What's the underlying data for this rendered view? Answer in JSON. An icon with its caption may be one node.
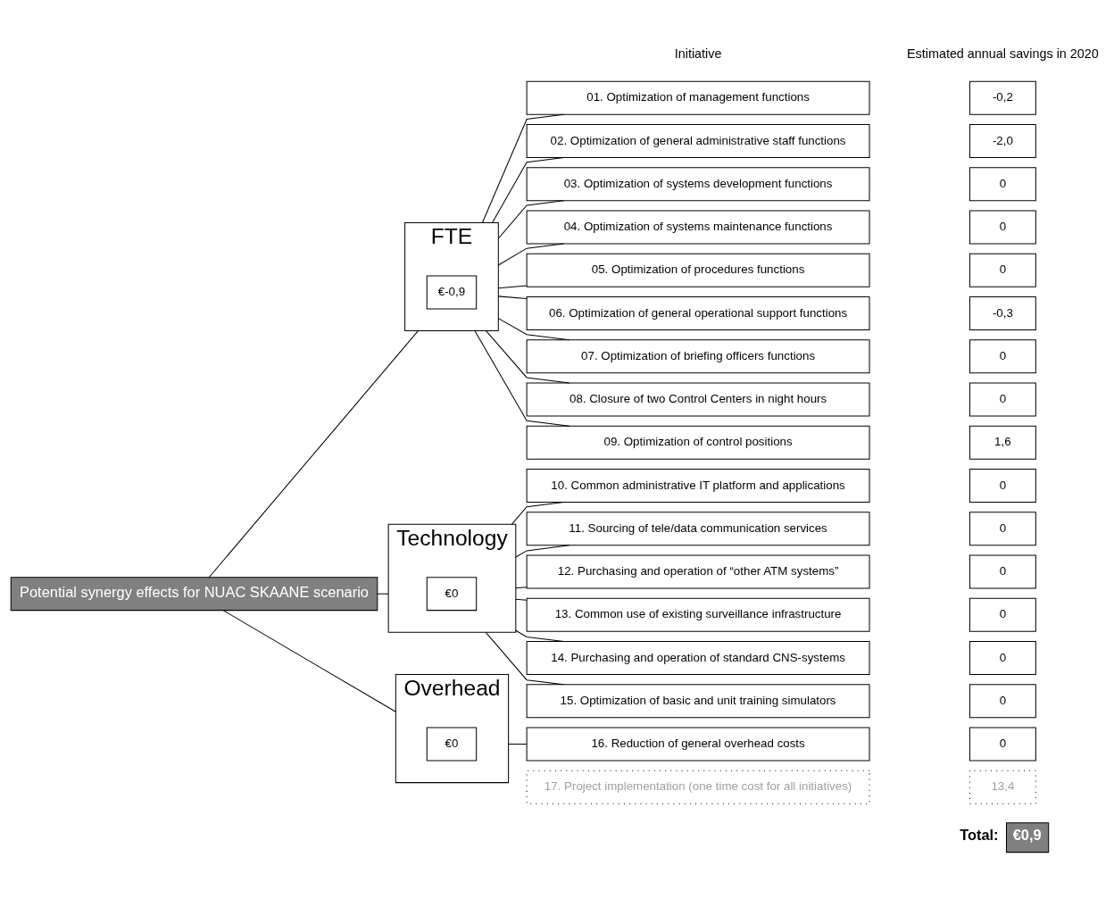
{
  "diagram": {
    "nodes": [
      {
        "text": [
          "Potential synergy effects for NUAC SKAANE scenario"
        ]
      },
      {
        "text": [
          "FTE"
        ]
      },
      {
        "text": [
          "€-0,9"
        ],
        "in": 1
      },
      {
        "text": [
          "Technology"
        ]
      },
      {
        "text": [
          "€0"
        ],
        "in": 3
      },
      {
        "text": [
          "Overhead"
        ]
      },
      {
        "text": [
          "€0"
        ],
        "in": 5
      },
      {
        "text": [
          "01. Optimization of management functions"
        ]
      },
      {
        "text": [
          "-0,2"
        ]
      },
      {
        "text": [
          "02. Optimization of general administrative staff functions"
        ]
      },
      {
        "text": [
          "-2,0"
        ]
      },
      {
        "text": [
          "03. Optimization of systems development functions"
        ]
      },
      {
        "text": [
          "0"
        ]
      },
      {
        "text": [
          "04. Optimization of systems maintenance functions"
        ]
      },
      {
        "text": [
          "0"
        ]
      },
      {
        "text": [
          "05. Optimization of procedures functions"
        ]
      },
      {
        "text": [
          "0"
        ]
      },
      {
        "text": [
          "06. Optimization of general operational support functions"
        ]
      },
      {
        "text": [
          "-0,3"
        ]
      },
      {
        "text": [
          "07. Optimization of briefing officers functions"
        ]
      },
      {
        "text": [
          "0"
        ]
      },
      {
        "text": [
          "08. Closure of two Control Centers in night hours"
        ]
      },
      {
        "text": [
          "0"
        ]
      },
      {
        "text": [
          "09. Optimization of control positions"
        ]
      },
      {
        "text": [
          "1,6"
        ]
      },
      {
        "text": [
          "10. Common administrative IT platform and applications"
        ]
      },
      {
        "text": [
          "0"
        ]
      },
      {
        "text": [
          "11. Sourcing of tele/data communication services"
        ]
      },
      {
        "text": [
          "0"
        ]
      },
      {
        "text": [
          "12. Purchasing and operation of “other ATM systems”"
        ]
      },
      {
        "text": [
          "0"
        ]
      },
      {
        "text": [
          "13. Common use of existing surveillance infrastructure"
        ]
      },
      {
        "text": [
          "0"
        ]
      },
      {
        "text": [
          "14. Purchasing and operation of standard CNS-systems"
        ]
      },
      {
        "text": [
          "0"
        ]
      },
      {
        "text": [
          "15. Optimization of basic and unit training simulators"
        ]
      },
      {
        "text": [
          "0"
        ]
      },
      {
        "text": [
          "16. Reduction of general overhead costs"
        ]
      },
      {
        "text": [
          "0"
        ]
      },
      {
        "text": [
          "17. Project implementation (one time cost for all initiatives)"
        ]
      },
      {
        "text": [
          "13,4"
        ]
      },
      {
        "text": [
          "€0,9"
        ],
        "beside": [
          "Total:"
        ]
      }
    ],
    "edges": [
      {
        "from": 0,
        "to": 1,
        "arrow": "none"
      },
      {
        "from": 0,
        "to": 3,
        "arrow": "none"
      },
      {
        "from": 0,
        "to": 5,
        "arrow": "none"
      },
      {
        "from": 1,
        "to": 7,
        "arrow": "none"
      },
      {
        "from": 1,
        "to": 9,
        "arrow": "none"
      },
      {
        "from": 1,
        "to": 11,
        "arrow": "none"
      },
      {
        "from": 1,
        "to": 13,
        "arrow": "none"
      },
      {
        "from": 1,
        "to": 15,
        "arrow": "none"
      },
      {
        "from": 1,
        "to": 17,
        "arrow": "none"
      },
      {
        "from": 1,
        "to": 19,
        "arrow": "none"
      },
      {
        "from": 1,
        "to": 21,
        "arrow": "none"
      },
      {
        "from": 1,
        "to": 23,
        "arrow": "none"
      },
      {
        "from": 3,
        "to": 25,
        "arrow": "none"
      },
      {
        "from": 3,
        "to": 27,
        "arrow": "none"
      },
      {
        "from": 3,
        "to": 29,
        "arrow": "none"
      },
      {
        "from": 3,
        "to": 31,
        "arrow": "none"
      },
      {
        "from": 3,
        "to": 33,
        "arrow": "none"
      },
      {
        "from": 3,
        "to": 35,
        "arrow": "none"
      },
      {
        "from": 5,
        "to": 37,
        "arrow": "none"
      }
    ],
    "labels": [
      "Estimated annual savings in 2020",
      "Initiative"
    ]
  }
}
